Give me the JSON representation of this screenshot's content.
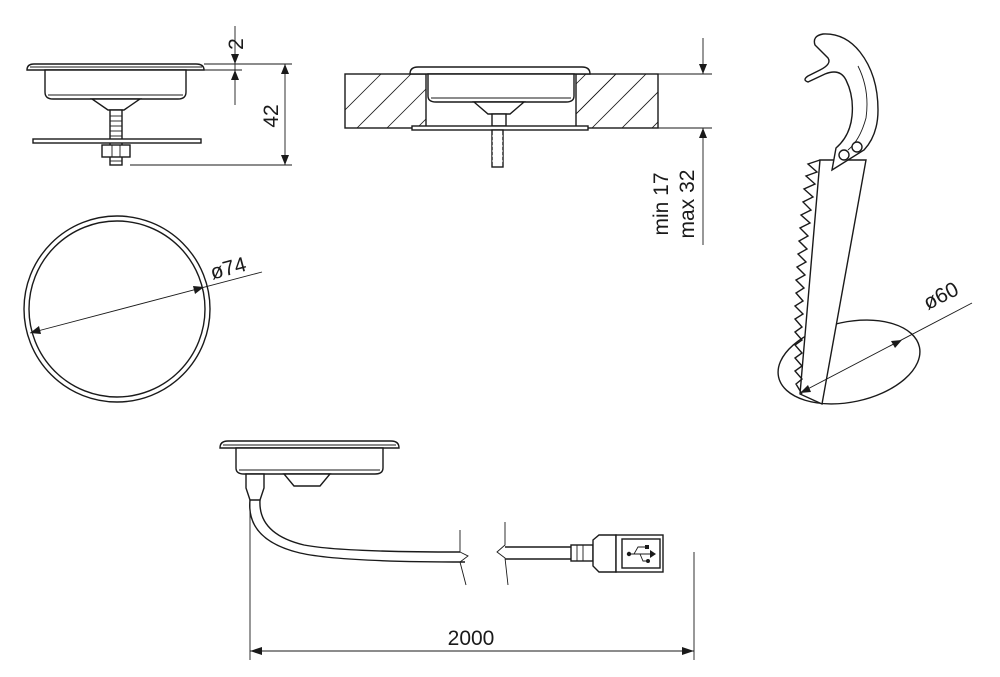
{
  "dimensions": {
    "gap": "2",
    "height": "42",
    "diameter_cover": "ø74",
    "panel_min": "min 17",
    "panel_max": "max 32",
    "diameter_hole": "ø60",
    "cable_length": "2000"
  },
  "icons": [
    "usb-icon"
  ]
}
